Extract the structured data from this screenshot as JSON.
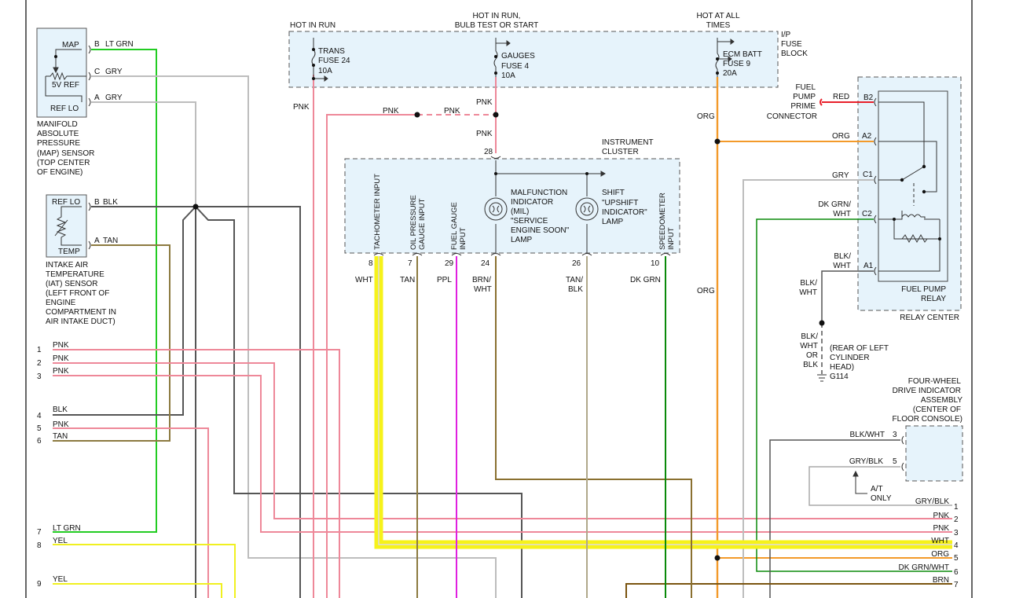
{
  "blocks": {
    "map": {
      "pins": [
        "MAP",
        "5V REF",
        "REF LO"
      ],
      "caption": [
        "MANIFOLD",
        "ABSOLUTE",
        "PRESSURE",
        "(MAP) SENSOR",
        "(TOP CENTER",
        "OF ENGINE)"
      ]
    },
    "iat": {
      "pins": [
        "REF LO",
        "TEMP"
      ],
      "caption": [
        "INTAKE AIR",
        "TEMPERATURE",
        "(IAT) SENSOR",
        "(LEFT FRONT OF",
        "ENGINE",
        "COMPARTMENT IN",
        "AIR INTAKE DUCT)"
      ]
    },
    "fuse_block": {
      "label": [
        "I/P",
        "FUSE",
        "BLOCK"
      ],
      "headers": {
        "run": "HOT IN RUN",
        "bulb": [
          "HOT IN RUN,",
          "BULB TEST OR START"
        ],
        "all": [
          "HOT AT ALL",
          "TIMES"
        ]
      },
      "fuses": [
        [
          "TRANS",
          "FUSE 24",
          "10A"
        ],
        [
          "GAUGES",
          "FUSE 4",
          "10A"
        ],
        [
          "ECM BATT",
          "FUSE 9",
          "20A"
        ]
      ]
    },
    "cluster": {
      "label": [
        "INSTRUMENT",
        "CLUSTER"
      ],
      "inputs": [
        "TACHOMETER INPUT",
        "OIL PRESSURE GAUGE INPUT",
        "FUEL GAUGE INPUT",
        "SPEEDOMETER INPUT"
      ],
      "mil": [
        "MALFUNCTION",
        "INDICATOR",
        "(MIL)",
        "\"SERVICE",
        "ENGINE SOON\"",
        "LAMP"
      ],
      "shift": [
        "SHIFT",
        "\"UPSHIFT",
        "INDICATOR\"",
        "LAMP"
      ],
      "pins": [
        "28",
        "8",
        "7",
        "29",
        "24",
        "26",
        "10"
      ]
    },
    "relay": {
      "label": [
        "FUEL PUMP",
        "RELAY"
      ],
      "center": "RELAY CENTER",
      "pins": [
        "B2",
        "A2",
        "C1",
        "C2",
        "A1"
      ]
    },
    "prime": [
      "FUEL",
      "PUMP",
      "PRIME",
      "CONNECTOR"
    ],
    "ground": {
      "wire": [
        "BLK/",
        "WHT",
        "OR",
        "BLK"
      ],
      "loc": [
        "(REAR OF LEFT",
        "CYLINDER",
        "HEAD)"
      ],
      "id": "G114"
    },
    "fwd": {
      "label": [
        "FOUR-WHEEL",
        "DRIVE INDICATOR",
        "ASSEMBLY",
        "(CENTER OF",
        "FLOOR CONSOLE)"
      ],
      "pins": [
        "3",
        "5"
      ],
      "note": [
        "A/T",
        "ONLY"
      ]
    }
  },
  "wire_labels": {
    "lt_grn": "LT GRN",
    "gry": "GRY",
    "blk": "BLK",
    "tan": "TAN",
    "pnk": "PNK",
    "org": "ORG",
    "red": "RED",
    "wht": "WHT",
    "ppl": "PPL",
    "brn_wht": [
      "BRN/",
      "WHT"
    ],
    "tan_blk": [
      "TAN/",
      "BLK"
    ],
    "dk_grn": "DK GRN",
    "dk_grn_wht": [
      "DK GRN/",
      "WHT"
    ],
    "blk_wht": [
      "BLK/",
      "WHT"
    ],
    "blk_wht_s": "BLK/WHT",
    "gry_blk": "GRY/BLK",
    "yel": "YEL",
    "brn": "BRN",
    "dk_grn_wht_s": "DK GRN/WHT",
    "pin_b": "B",
    "pin_c": "C",
    "pin_a": "A"
  },
  "left_connector": [
    {
      "n": "1",
      "c": "PNK"
    },
    {
      "n": "2",
      "c": "PNK"
    },
    {
      "n": "3",
      "c": "PNK"
    },
    {
      "n": "4",
      "c": "BLK"
    },
    {
      "n": "5",
      "c": "PNK"
    },
    {
      "n": "6",
      "c": "TAN"
    },
    {
      "n": "7",
      "c": "LT GRN"
    },
    {
      "n": "8",
      "c": "YEL"
    },
    {
      "n": "9",
      "c": "YEL"
    }
  ],
  "right_connector": [
    {
      "n": "1",
      "c": "GRY/BLK"
    },
    {
      "n": "2",
      "c": "PNK"
    },
    {
      "n": "3",
      "c": "PNK"
    },
    {
      "n": "4",
      "c": "WHT"
    },
    {
      "n": "5",
      "c": "ORG"
    },
    {
      "n": "6",
      "c": "DK GRN/WHT"
    },
    {
      "n": "7",
      "c": "BRN"
    }
  ],
  "colors": {
    "lt_grn": "#22cc22",
    "gry": "#bdbdbd",
    "blk": "#555555",
    "tan": "#8c7a40",
    "pnk": "#ee8899",
    "org": "#f39a2a",
    "red": "#e8202a",
    "yel": "#f0f020",
    "ppl": "#e020e0",
    "dk_grn": "#0a8a0a",
    "tan_blk": "#b0a88a",
    "brn": "#7a5410",
    "brn_wht": "#8a7030",
    "box_fill": "#e6f3fb",
    "highlight": "#f6f21a"
  }
}
